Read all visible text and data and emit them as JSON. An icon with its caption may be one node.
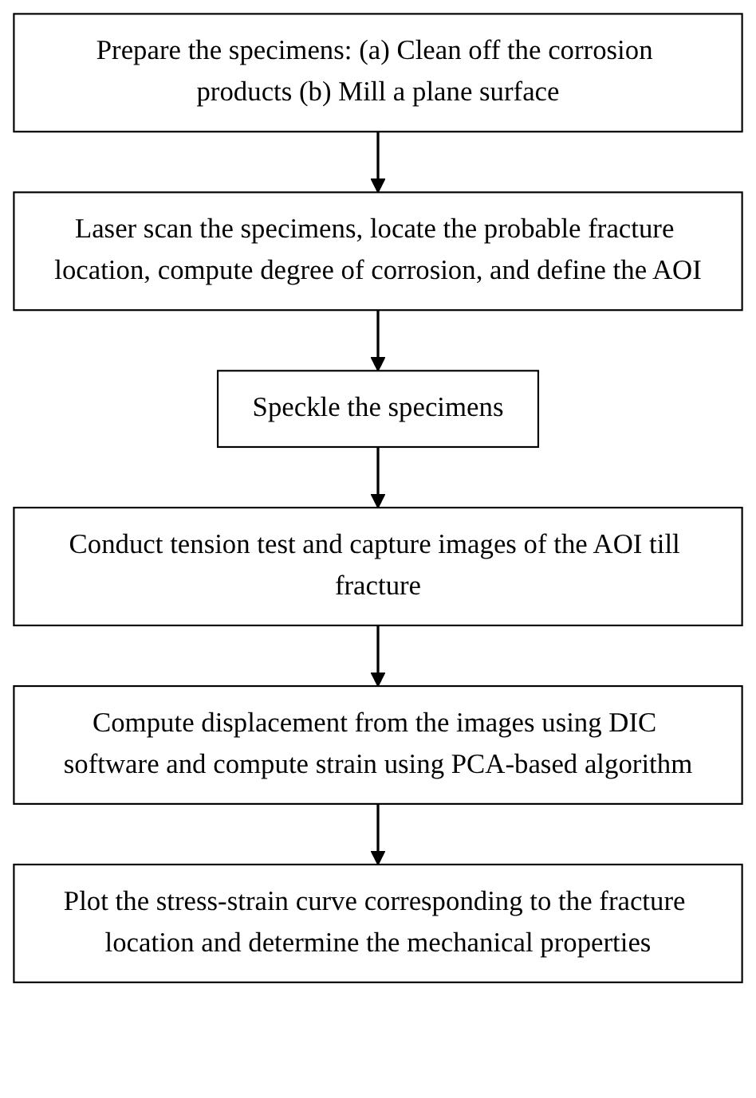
{
  "diagram": {
    "nodes": [
      {
        "text": [
          "Prepare the specimens: (a) Clean off the corrosion products (b) Mill a plane surface"
        ]
      },
      {
        "text": [
          "Laser scan the specimens, locate the probable fracture location, compute degree of corrosion, and define the AOI"
        ]
      },
      {
        "text": [
          "Speckle the specimens"
        ]
      },
      {
        "text": [
          "Conduct tension test and capture images of the AOI till fracture"
        ]
      },
      {
        "text": [
          "Compute displacement from the images using DIC software and compute strain using PCA-based algorithm"
        ]
      },
      {
        "text": [
          "Plot the stress-strain curve corresponding to the fracture location and determine the mechanical properties"
        ]
      }
    ],
    "edges": [
      {
        "from": 0,
        "to": 1,
        "arrow": "to"
      },
      {
        "from": 1,
        "to": 2,
        "arrow": "to"
      },
      {
        "from": 2,
        "to": 3,
        "arrow": "to"
      },
      {
        "from": 3,
        "to": 4,
        "arrow": "to"
      },
      {
        "from": 4,
        "to": 5,
        "arrow": "to"
      }
    ]
  }
}
